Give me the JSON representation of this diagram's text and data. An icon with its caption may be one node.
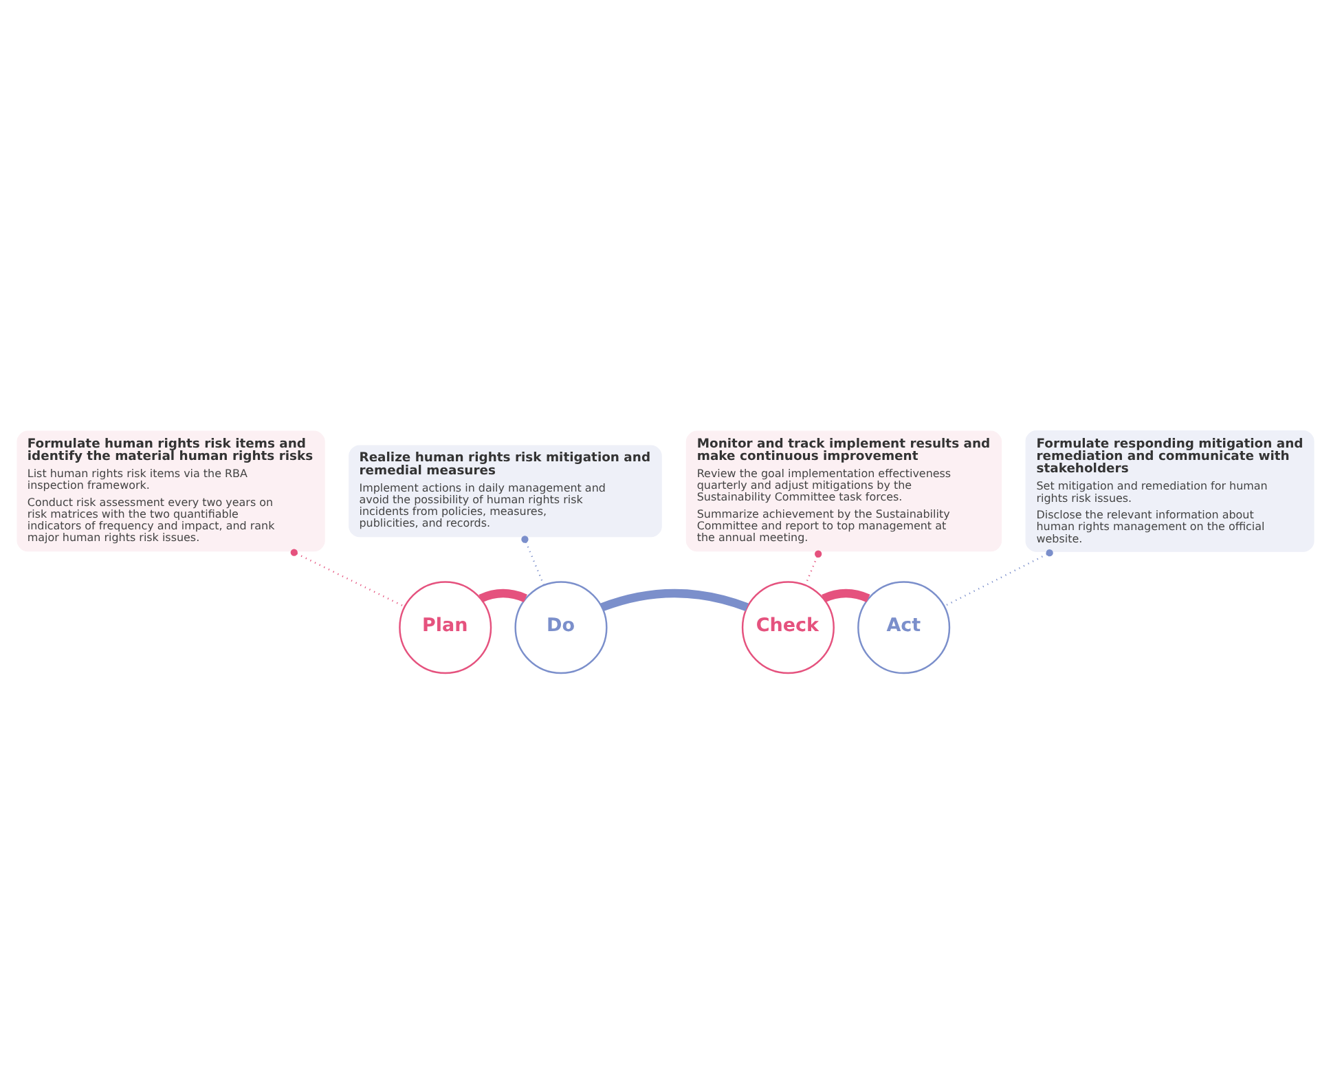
{
  "diagram": {
    "nodes": [
      {
        "text": [
          "Formulate human rights risk items and identify the material human rights risks",
          "List human rights risk items via the RBA inspection framework.",
          "Conduct risk assessment every two years on risk matrices with the two quantifiable indicators of frequency and impact, and rank major human rights risk issues."
        ]
      },
      {
        "text": [
          "Monitor and track implement results and make continuous improvement",
          "Review the goal implementation effectiveness quarterly and adjust mitigations by the Sustainability Committee task forces.",
          "Summarize achievement by the Sustainability Committee and report to top management at the annual meeting."
        ]
      },
      {
        "text": [
          "Plan"
        ]
      },
      {
        "text": [
          "Do"
        ]
      },
      {
        "text": [
          "Check"
        ]
      },
      {
        "text": [
          "Act"
        ]
      },
      {
        "text": [
          "Realize human rights risk mitigation and remedial measures",
          "Implement actions in daily management and avoid the possibility of human rights risk incidents from policies, measures, publicities, and records."
        ]
      },
      {
        "text": [
          "Formulate responding mitigation and remediation and communicate with stakeholders",
          "Set mitigation and remediation for human rights risk issues.",
          "Disclose the relevant information about human rights management on the official website."
        ]
      }
    ],
    "edges": [
      {
        "from": 0,
        "to": 2,
        "arrow": "other",
        "style": "dashed",
        "color": "#e5527e"
      },
      {
        "from": 1,
        "to": 4,
        "arrow": "other",
        "style": "dashed",
        "color": "#e5527e"
      },
      {
        "from": 6,
        "to": 3,
        "arrow": "other",
        "style": "dashed",
        "color": "#7b8fcb"
      },
      {
        "from": 7,
        "to": 5,
        "arrow": "other",
        "style": "dashed",
        "color": "#7b8fcb"
      },
      {
        "from": 2,
        "to": 3,
        "arrow": "none",
        "style": "thick",
        "color": "#e5527e"
      },
      {
        "from": 3,
        "to": 4,
        "arrow": "none",
        "style": "thick",
        "color": "#7b8fcb"
      },
      {
        "from": 4,
        "to": 5,
        "arrow": "none",
        "style": "thick",
        "color": "#e5527e"
      }
    ]
  }
}
